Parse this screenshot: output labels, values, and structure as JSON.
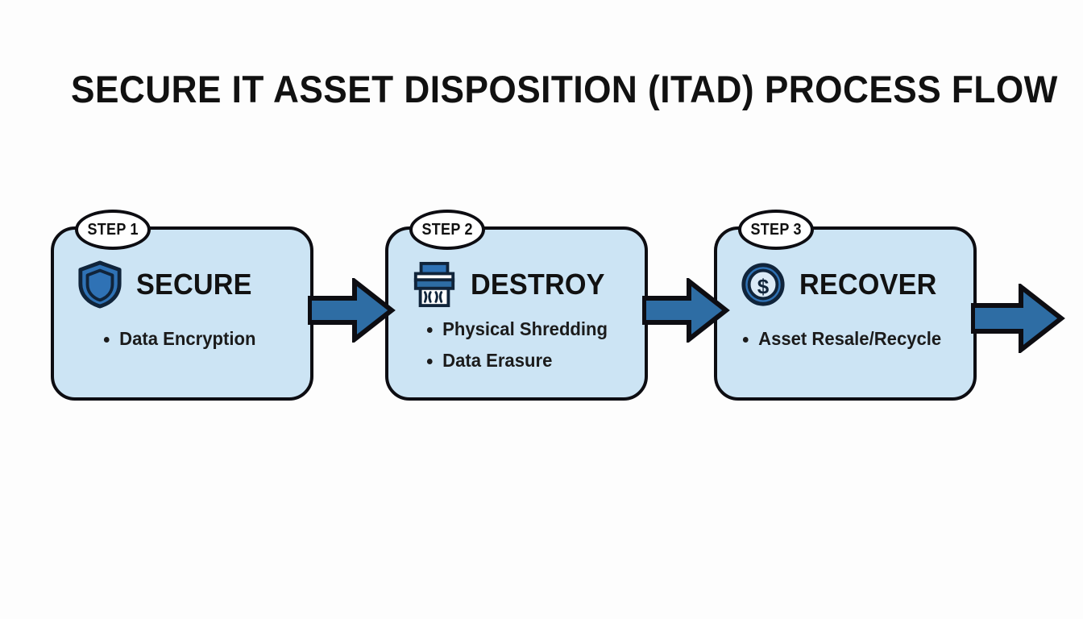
{
  "page": {
    "title": "SECURE IT ASSET DISPOSITION (ITAD) PROCESS FLOW",
    "background_color": "#fdfdfd"
  },
  "theme": {
    "card_fill": "#cce4f4",
    "card_border": "#0d0d12",
    "accent_blue": "#2e6da4",
    "icon_dark": "#10243a",
    "text_color": "#111111"
  },
  "steps": [
    {
      "badge": "STEP 1",
      "title": "SECURE",
      "icon": "shield-icon",
      "bullets": [
        "Data Encryption"
      ]
    },
    {
      "badge": "STEP 2",
      "title": "DESTROY",
      "icon": "shredder-icon",
      "bullets": [
        "Physical Shredding",
        "Data Erasure"
      ]
    },
    {
      "badge": "STEP 3",
      "title": "RECOVER",
      "icon": "dollar-coin-icon",
      "bullets": [
        "Asset Resale/Recycle"
      ]
    }
  ],
  "connectors": [
    {
      "name": "arrow-step1-to-step2",
      "direction": "right"
    },
    {
      "name": "arrow-step2-to-step3",
      "direction": "right"
    },
    {
      "name": "arrow-step3-outflow",
      "direction": "right"
    }
  ]
}
